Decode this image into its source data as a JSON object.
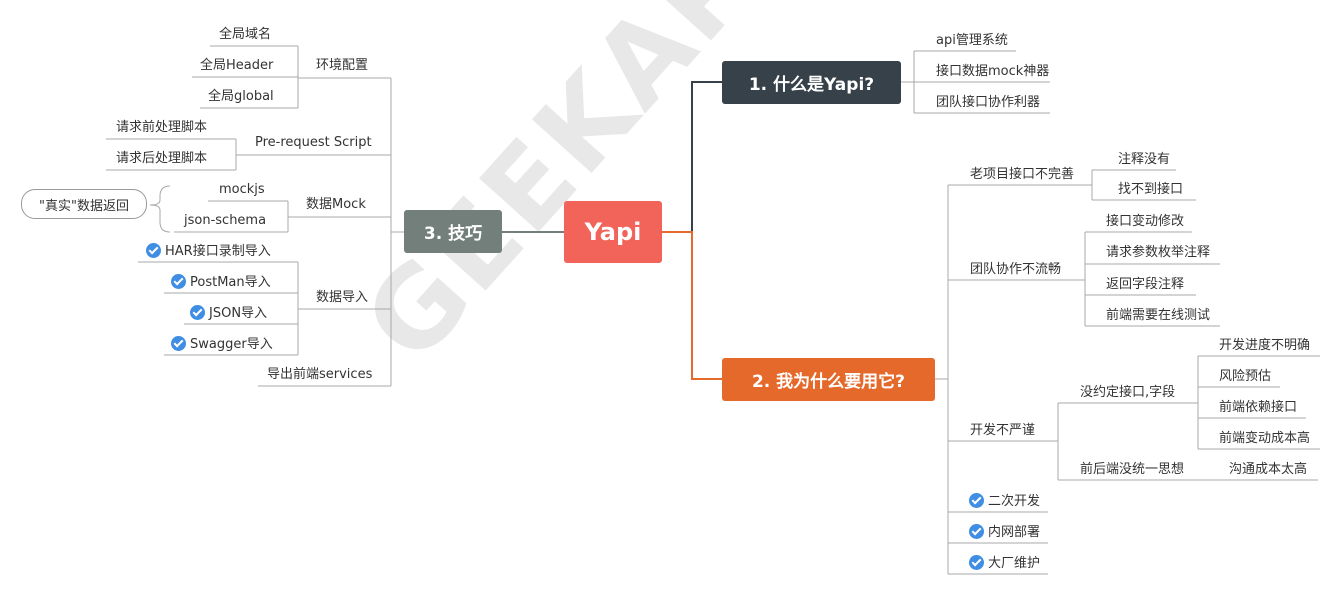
{
  "watermark": "GEEKAPE.NET",
  "root": "Yapi",
  "branch1": {
    "title": "1. 什么是Yapi?",
    "items": [
      "api管理系统",
      "接口数据mock神器",
      "团队接口协作利器"
    ]
  },
  "branch2": {
    "title": "2. 我为什么要用它?",
    "old_project": {
      "label": "老项目接口不完善",
      "items": [
        "注释没有",
        "找不到接口"
      ]
    },
    "team": {
      "label": "团队协作不流畅",
      "items": [
        "接口变动修改",
        "请求参数枚举注释",
        "返回字段注释",
        "前端需要在线测试"
      ]
    },
    "dev": {
      "label": "开发不严谨",
      "sub1": {
        "label": "没约定接口,字段",
        "items": [
          "开发进度不明确",
          "风险预估",
          "前端依赖接口",
          "前端变动成本高"
        ]
      },
      "sub2": {
        "label": "前后端没统一思想",
        "items": [
          "沟通成本太高"
        ]
      }
    },
    "checked": [
      "二次开发",
      "内网部署",
      "大厂维护"
    ]
  },
  "branch3": {
    "title": "3. 技巧",
    "env": {
      "label": "环境配置",
      "items": [
        "全局域名",
        "全局Header",
        "全局global"
      ]
    },
    "prereq": {
      "label": "Pre-request Script",
      "items": [
        "请求前处理脚本",
        "请求后处理脚本"
      ]
    },
    "mock": {
      "label": "数据Mock",
      "items": [
        "mockjs",
        "json-schema"
      ],
      "note": "\"真实\"数据返回"
    },
    "import": {
      "label": "数据导入",
      "items": [
        "HAR接口录制导入",
        "PostMan导入",
        "JSON导入",
        "Swagger导入"
      ]
    },
    "export": "导出前端services"
  },
  "colors": {
    "root": "#f2645a",
    "branch1": "#37414a",
    "branch2": "#e4692a",
    "branch3": "#737f7b",
    "check": "#3f8ee4"
  }
}
